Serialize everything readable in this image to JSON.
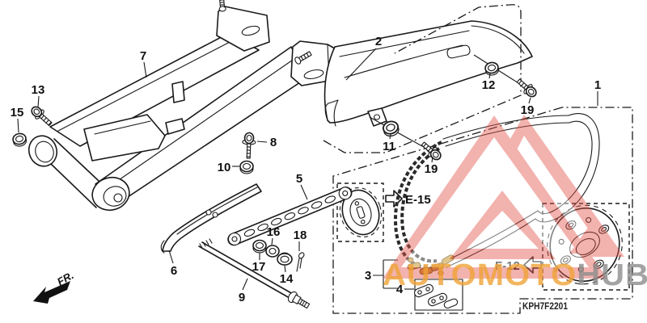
{
  "diagram": {
    "code": "KPH7F2201",
    "fr_label": "FR.",
    "refs": {
      "e15": "E-15",
      "f12": "F-12"
    },
    "watermark": {
      "text_orange": "AUTOMOTO",
      "text_gray": "HUB",
      "triangle_color": "#e4574e",
      "orange": "#f0a338",
      "gray": "#8d8d8d"
    },
    "colors": {
      "line": "#1a1a1a",
      "bg": "#ffffff",
      "chain_gold": "#c8952f"
    },
    "parts": {
      "p1": "1",
      "p2": "2",
      "p3": "3",
      "p4": "4",
      "p5": "5",
      "p6": "6",
      "p7": "7",
      "p8": "8",
      "p9": "9",
      "p10": "10",
      "p11": "11",
      "p12": "12",
      "p13": "13",
      "p14": "14",
      "p15": "15",
      "p16": "16",
      "p17": "17",
      "p18": "18",
      "p19": "19"
    }
  }
}
